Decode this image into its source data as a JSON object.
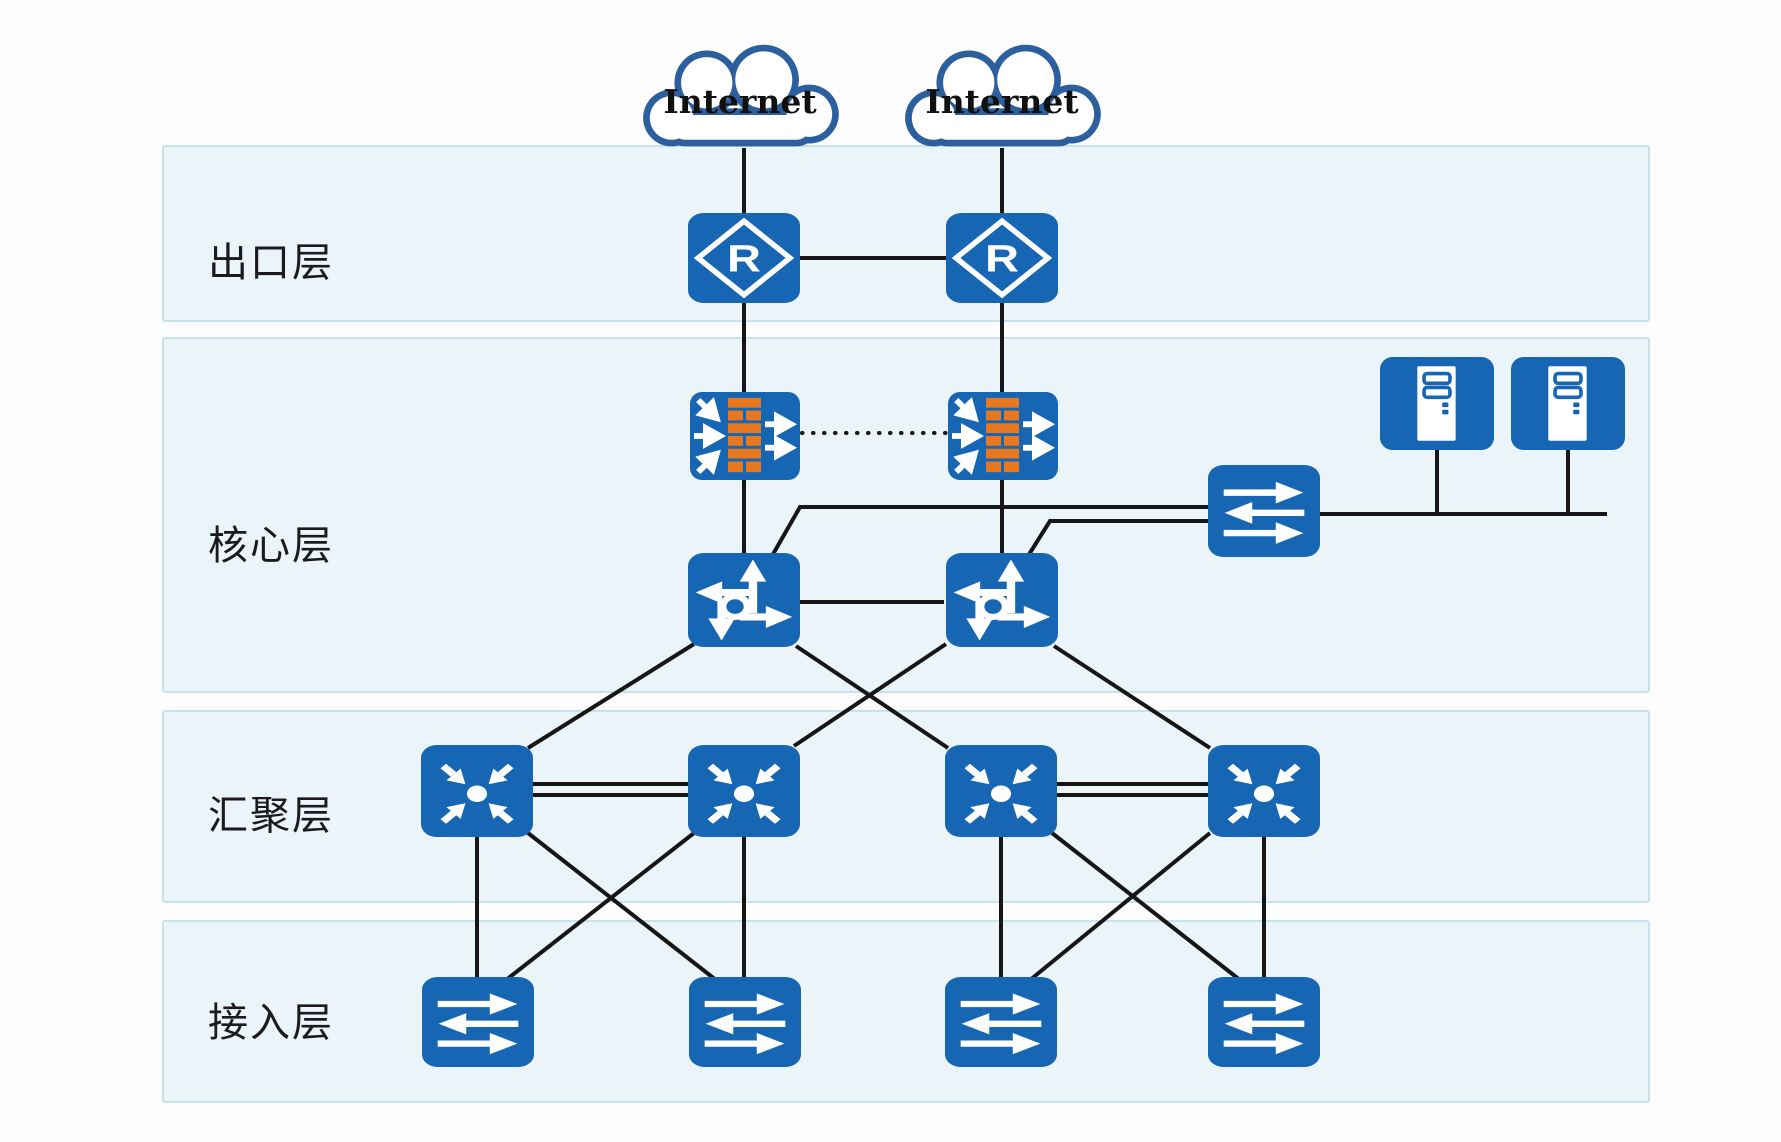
{
  "title": "campus-network-topology",
  "clouds": [
    {
      "label": "Internet"
    },
    {
      "label": "Internet"
    }
  ],
  "layers": [
    {
      "label": "出口层"
    },
    {
      "label": "核心层"
    },
    {
      "label": "汇聚层"
    },
    {
      "label": "接入层"
    }
  ],
  "icons": {
    "router_glyph": "R",
    "cloud": "internet-cloud-icon",
    "router": "router-icon",
    "firewall": "firewall-icon",
    "l3_switch": "layer3-core-switch-icon",
    "aggregation_switch": "aggregation-switch-icon",
    "l2_switch": "layer2-switch-icon",
    "server": "server-icon"
  },
  "colors": {
    "node_blue": "#1766b3",
    "cloud_stroke": "#2b5f9e",
    "brick_orange": "#e8781f",
    "line_black": "#161616",
    "band_fill": "#eaf4f9",
    "band_border": "#c6e3ed",
    "background": "#fdfdfd"
  },
  "nodes": {
    "clouds": [
      "internet-1",
      "internet-2"
    ],
    "routers": [
      "router-1",
      "router-2"
    ],
    "firewalls": [
      "firewall-1",
      "firewall-2"
    ],
    "core_switches": [
      "core-switch-1",
      "core-switch-2"
    ],
    "server_switch": "server-farm-switch",
    "servers": [
      "server-1",
      "server-2"
    ],
    "aggregation_switches": [
      "agg-switch-1",
      "agg-switch-2",
      "agg-switch-3",
      "agg-switch-4"
    ],
    "access_switches": [
      "access-switch-1",
      "access-switch-2",
      "access-switch-3",
      "access-switch-4"
    ]
  },
  "connections": [
    "internet-1 — router-1",
    "internet-2 — router-2",
    "router-1 — router-2",
    "router-1 — firewall-1",
    "router-2 — firewall-2",
    "firewall-1 — firewall-2 (dotted heartbeat)",
    "firewall-1 — core-switch-1",
    "firewall-2 — core-switch-2",
    "core-switch-1 — core-switch-2",
    "core-switch-1 — server-farm-switch",
    "core-switch-2 — server-farm-switch",
    "server-farm-switch — server-1",
    "server-farm-switch — server-2",
    "core-switch-1 — agg-switch-1",
    "core-switch-1 — agg-switch-3",
    "core-switch-2 — agg-switch-2",
    "core-switch-2 — agg-switch-4",
    "agg-switch-1 — agg-switch-2 (double link)",
    "agg-switch-3 — agg-switch-4 (double link)",
    "agg-switch-1 — access-switch-1",
    "agg-switch-1 — access-switch-2",
    "agg-switch-2 — access-switch-1",
    "agg-switch-2 — access-switch-2",
    "agg-switch-3 — access-switch-3",
    "agg-switch-3 — access-switch-4",
    "agg-switch-4 — access-switch-3",
    "agg-switch-4 — access-switch-4"
  ]
}
